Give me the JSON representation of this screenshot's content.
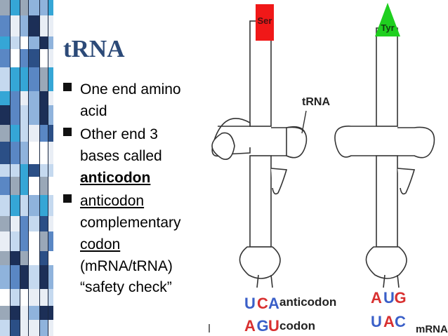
{
  "title": "tRNA",
  "bullets": [
    {
      "lines": [
        {
          "text": "One end amino"
        },
        {
          "text": "acid"
        }
      ]
    },
    {
      "lines": [
        {
          "text": "Other end 3"
        },
        {
          "text": "bases called"
        },
        {
          "text": "anticodon",
          "underline": true,
          "bold": true
        }
      ]
    },
    {
      "lines": [
        {
          "text": "anticodon",
          "underline": true
        },
        {
          "text": "complementary"
        },
        {
          "text": "codon",
          "underline": true
        },
        {
          "text": "(mRNA/tRNA)"
        }
      ]
    }
  ],
  "extra_text": "“safety check”",
  "diagram": {
    "left_amino_acid": "Ser",
    "right_amino_acid": "Tyr",
    "trna_label": "tRNA",
    "left_anticodon": [
      "U",
      "C",
      "A"
    ],
    "left_codon": [
      "A",
      "G",
      "U"
    ],
    "right_anticodon": [
      "A",
      "U",
      "G"
    ],
    "right_codon": [
      "U",
      "A",
      "C"
    ],
    "anticodon_label": "anticodon",
    "codon_label": "codon",
    "mrna_label": "mRNA"
  },
  "colors": {
    "title": "#2c4a78",
    "ser_box": "#f01818",
    "tyr_triangle": "#1fcf1f",
    "letters_blue": "#3a5fc8",
    "letters_red": "#d83030",
    "strip_palette": [
      "#2b4f86",
      "#5a87c4",
      "#8fb3dc",
      "#c5d9ef",
      "#ffffff",
      "#1c2f57",
      "#35a6d6",
      "#9aa8b8",
      "#e9eef5"
    ]
  }
}
